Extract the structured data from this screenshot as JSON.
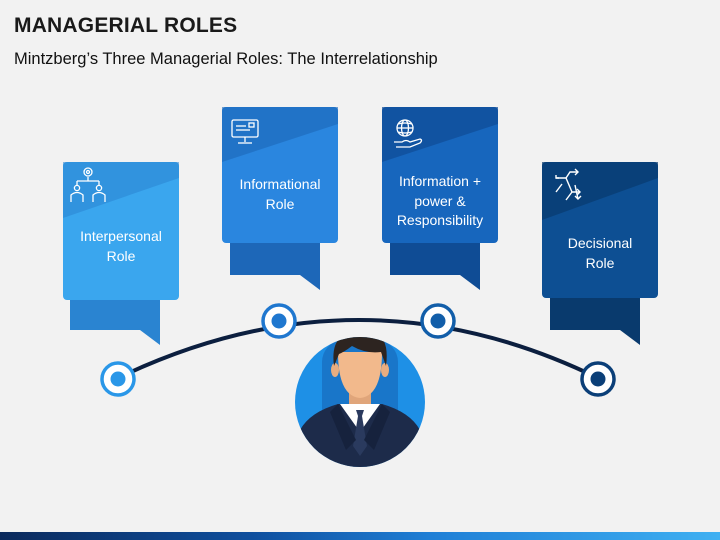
{
  "slide": {
    "title": "MANAGERIAL ROLES",
    "subtitle": "Mintzberg’s Three Managerial Roles: The Interrelationship"
  },
  "roles": [
    {
      "line1": "Interpersonal",
      "line2": "Role",
      "line3": "",
      "icon": "team-hierarchy-icon",
      "color": "#3aa6ee",
      "band": "#2a84d1"
    },
    {
      "line1": "Informational",
      "line2": "Role",
      "line3": "",
      "icon": "monitor-icon",
      "color": "#2a86df",
      "band": "#1d67b8"
    },
    {
      "line1": "Information +",
      "line2": "power &",
      "line3": "Responsibility",
      "icon": "globe-in-hand-icon",
      "color": "#1766bd",
      "band": "#0f4c95"
    },
    {
      "line1": "Decisional",
      "line2": "Role",
      "line3": "",
      "icon": "decision-arrows-icon",
      "color": "#0d4f93",
      "band": "#093a6d"
    }
  ],
  "colors": {
    "arc": "#0c1f3f",
    "background": "#f2f2f2",
    "avatar_circle": "#1e90e6",
    "suit": "#1d2b4a",
    "skin": "#f2b98c",
    "hair": "#2d2420"
  }
}
